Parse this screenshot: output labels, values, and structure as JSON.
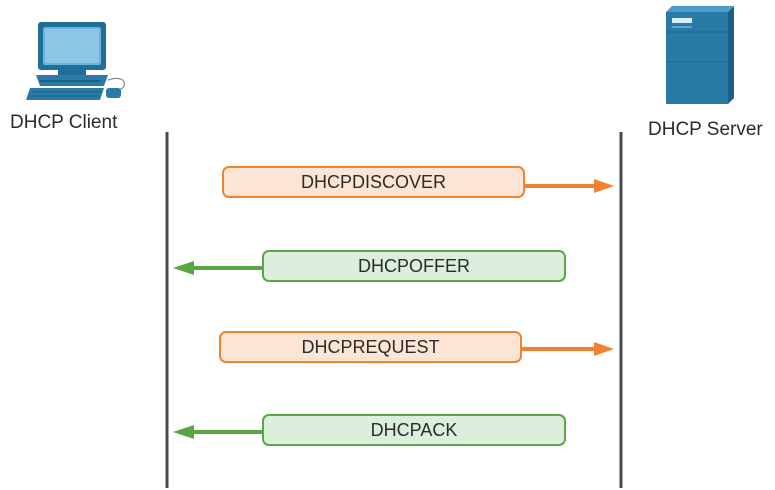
{
  "client": {
    "label": "DHCP Client",
    "icon": "desktop-computer-icon"
  },
  "server": {
    "label": "DHCP Server",
    "icon": "server-tower-icon"
  },
  "messages": [
    {
      "label": "DHCPDISCOVER",
      "direction": "client-to-server",
      "color": "#f08232"
    },
    {
      "label": "DHCPOFFER",
      "direction": "server-to-client",
      "color": "#57a845"
    },
    {
      "label": "DHCPREQUEST",
      "direction": "client-to-server",
      "color": "#f08232"
    },
    {
      "label": "DHCPACK",
      "direction": "server-to-client",
      "color": "#57a845"
    }
  ],
  "colors": {
    "orange_border": "#f08232",
    "orange_fill": "#fde5d6",
    "green_border": "#57a845",
    "green_fill": "#dcefdc",
    "lifeline": "#4a4a4a",
    "device_blue": "#2a7aa8"
  }
}
